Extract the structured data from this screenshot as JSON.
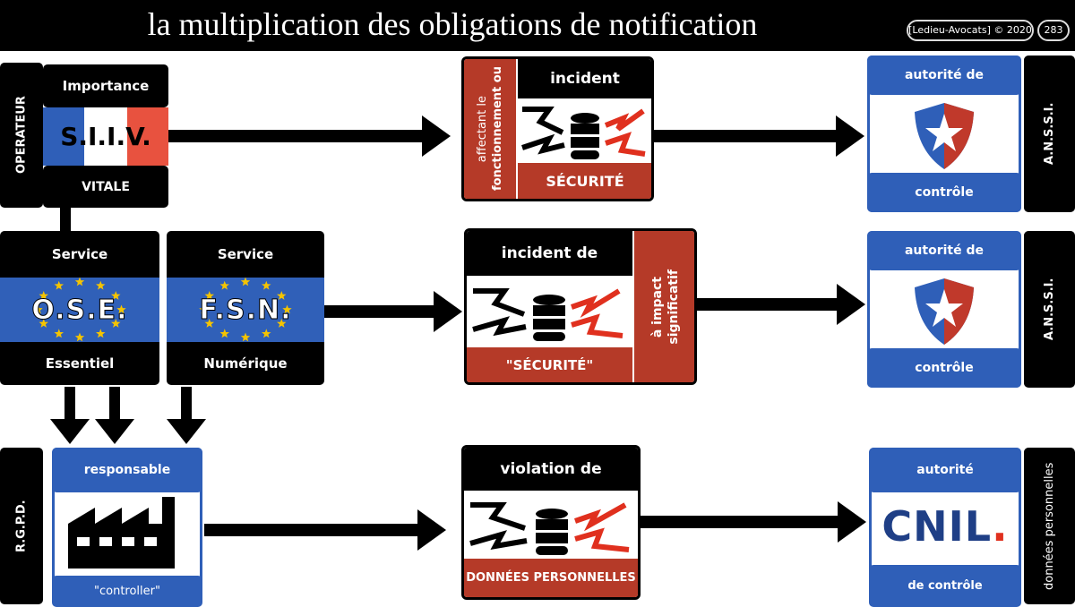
{
  "header": {
    "title": "la multiplication des obligations de notification",
    "copyright": "[Ledieu-Avocats] © 2020",
    "page": "283"
  },
  "row1": {
    "side": "OPERATEUR",
    "top": "Importance",
    "flag": "S.I.I.V.",
    "bottom": "VITALE",
    "incident": {
      "title": "incident",
      "side_a": "affectant le",
      "side_b": "fonctionnement ou",
      "footer": "SÉCURITÉ"
    },
    "authority": {
      "top": "autorité de",
      "bottom": "contrôle",
      "side": "A.N.S.S.I."
    }
  },
  "row2": {
    "ose": {
      "top": "Service",
      "flag": "O.S.E.",
      "bottom": "Essentiel"
    },
    "fsn": {
      "top": "Service",
      "flag": "F.S.N.",
      "bottom": "Numérique"
    },
    "incident": {
      "title": "incident de",
      "side_a": "à impact",
      "side_b": "significatif",
      "footer": "\"SÉCURITÉ\""
    },
    "authority": {
      "top": "autorité de",
      "bottom": "contrôle",
      "side": "A.N.S.S.I."
    }
  },
  "row3": {
    "side": "R.G.P.D.",
    "top": "responsable",
    "bottom": "\"controller\"",
    "incident": {
      "title": "violation de",
      "footer": "DONNÉES PERSONNELLES"
    },
    "authority": {
      "top": "autorité",
      "logo": "CNIL",
      "logo_dot": ".",
      "bottom": "de contrôle",
      "side": "données personnelles"
    }
  },
  "colors": {
    "blue": "#2f5fb8",
    "red": "#b53a28",
    "flag_red": "#e8523f"
  }
}
